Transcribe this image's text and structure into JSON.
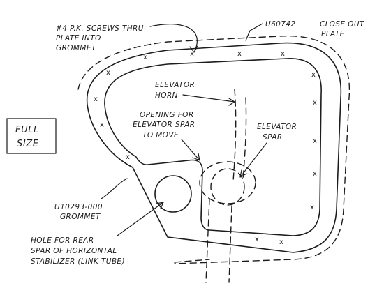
{
  "labels": {
    "screws_line1": "#4 P.K. SCREWS THRU",
    "screws_line2": "PLATE INTO",
    "screws_line3": "GROMMET",
    "part_number": "U60742",
    "close_out_line1": "CLOSE OUT",
    "close_out_line2": "PLATE",
    "elevator_horn_line1": "ELEVATOR",
    "elevator_horn_line2": "HORN",
    "opening_line1": "OPENING FOR",
    "opening_line2": "ELEVATOR SPAR",
    "opening_line3": "TO MOVE",
    "elevator_spar_line1": "ELEVATOR",
    "elevator_spar_line2": "SPAR",
    "full_size_line1": "FULL",
    "full_size_line2": "SIZE",
    "grommet_line1": "U10293-000",
    "grommet_line2": "GROMMET",
    "hole_line1": "HOLE FOR REAR",
    "hole_line2": "SPAR OF HORIZONTAL",
    "hole_line3": "STABILIZER (LINK TUBE)"
  },
  "screw_mark": "x"
}
